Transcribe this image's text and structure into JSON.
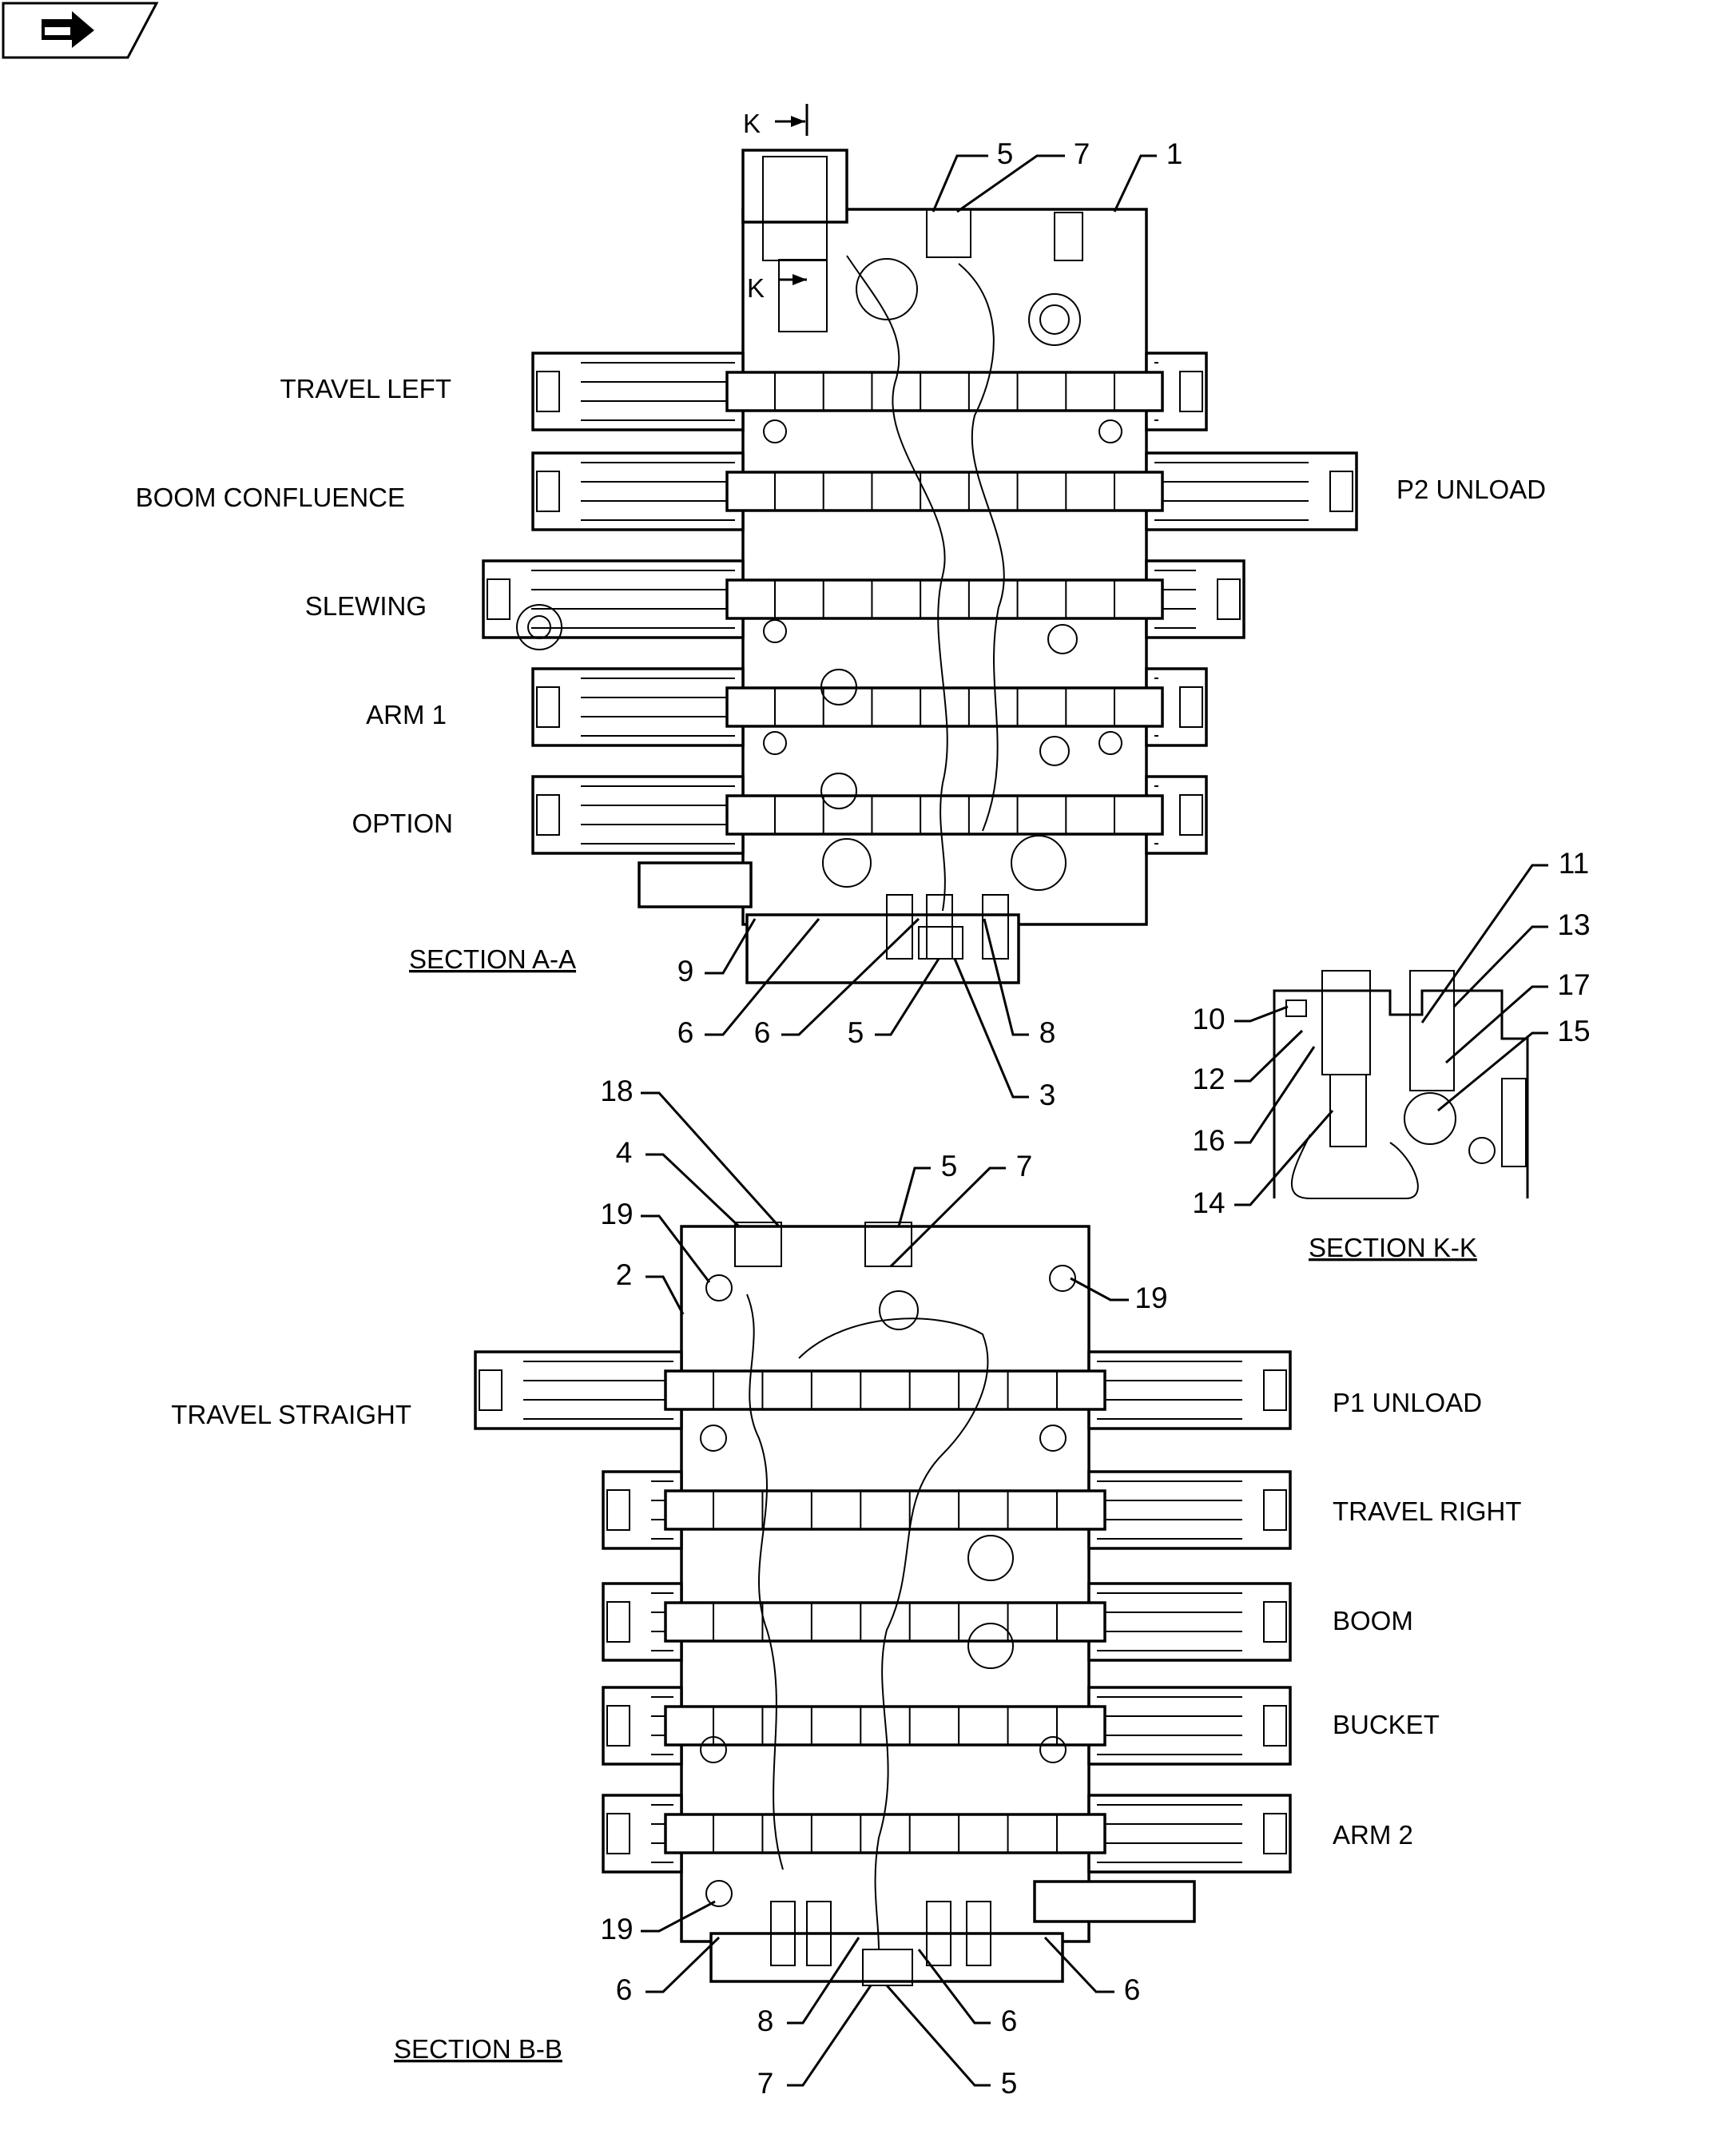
{
  "nav_icon": "forward-arrow-icon",
  "section_aa": {
    "title": "SECTION   A-A",
    "cut_marker": "K",
    "spools": [
      {
        "left_label": "TRAVEL LEFT",
        "right_label": ""
      },
      {
        "left_label": "BOOM CONFLUENCE",
        "right_label": "P2 UNLOAD"
      },
      {
        "left_label": "SLEWING",
        "right_label": ""
      },
      {
        "left_label": "ARM 1",
        "right_label": ""
      },
      {
        "left_label": "OPTION",
        "right_label": ""
      }
    ],
    "callouts": {
      "top": [
        "5",
        "7",
        "1"
      ],
      "bottom": [
        "9",
        "6",
        "6",
        "5",
        "8",
        "3"
      ]
    }
  },
  "section_kk": {
    "title": "SECTION   K-K",
    "callouts": {
      "left": [
        "10",
        "12",
        "16",
        "14"
      ],
      "right": [
        "11",
        "13",
        "17",
        "15"
      ]
    }
  },
  "section_bb": {
    "title": "SECTION   B-B",
    "spools": [
      {
        "left_label": "TRAVEL STRAIGHT",
        "right_label": "P1 UNLOAD"
      },
      {
        "left_label": "",
        "right_label": "TRAVEL RIGHT"
      },
      {
        "left_label": "",
        "right_label": "BOOM"
      },
      {
        "left_label": "",
        "right_label": "BUCKET"
      },
      {
        "left_label": "",
        "right_label": "ARM 2"
      }
    ],
    "callouts": {
      "top": [
        "18",
        "4",
        "19",
        "2",
        "5",
        "7",
        "19"
      ],
      "bottom": [
        "19",
        "6",
        "8",
        "6",
        "6",
        "7",
        "5"
      ]
    }
  }
}
